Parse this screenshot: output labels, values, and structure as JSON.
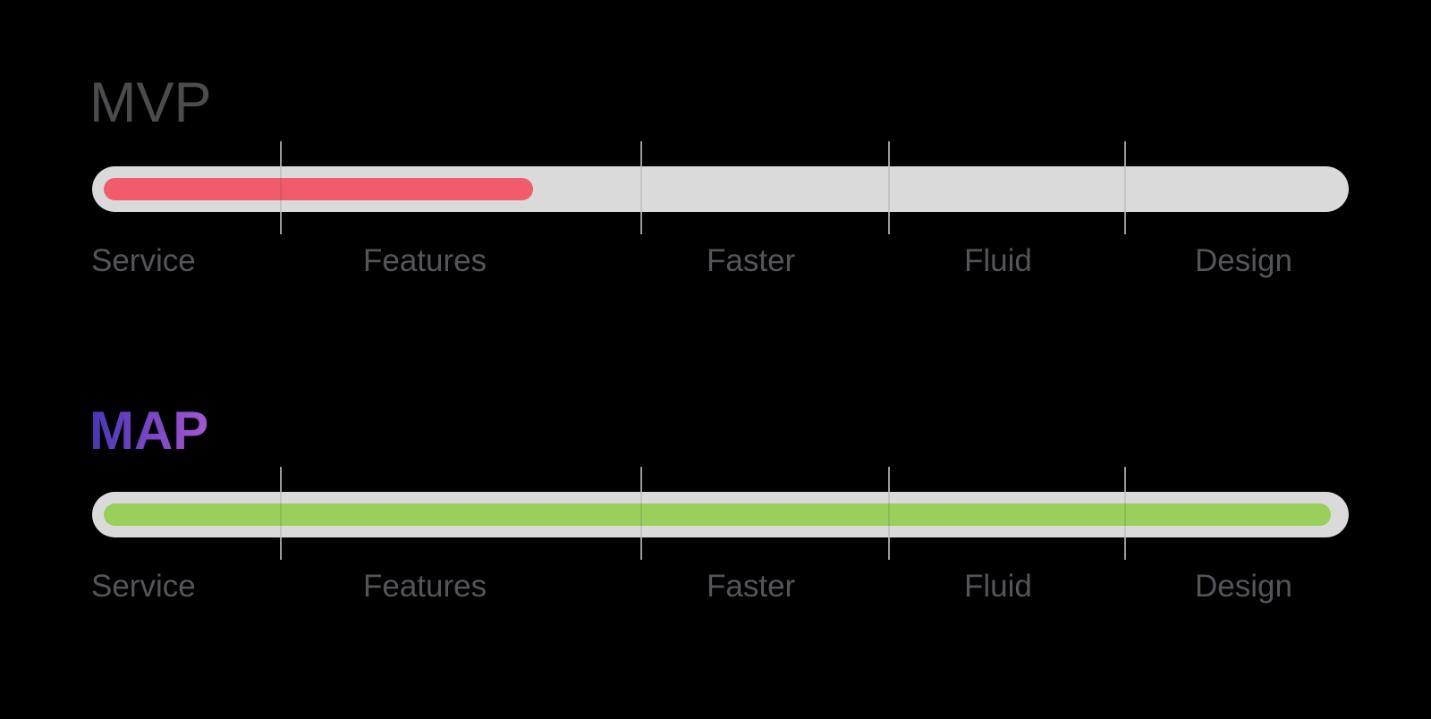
{
  "page": {
    "background_color": "#000000"
  },
  "chart_data": {
    "type": "bar",
    "subtype": "horizontal-progress-comparison",
    "categories": [
      "Service",
      "Features",
      "Faster",
      "Fluid",
      "Design"
    ],
    "series": [
      {
        "name": "MVP",
        "value_percent": 35,
        "color": "#f15c6c"
      },
      {
        "name": "MAP",
        "value_percent": 100,
        "color": "#9acf5c"
      }
    ],
    "track_color": "#dadada",
    "tick_color": "#9c9c9c",
    "grid": false,
    "legend_position": "none"
  },
  "bars": [
    {
      "title": "MVP",
      "title_color": "#4b4c4e",
      "fill_color": "#f15c6c",
      "fill_percent": 35,
      "labels": [
        "Service",
        "Features",
        "Faster",
        "Fluid",
        "Design"
      ]
    },
    {
      "title": "MAP",
      "title_gradient_start": "#4636b4",
      "title_gradient_end": "#a757d3",
      "fill_color": "#9acf5c",
      "fill_percent": 100,
      "labels": [
        "Service",
        "Features",
        "Faster",
        "Fluid",
        "Design"
      ]
    }
  ]
}
